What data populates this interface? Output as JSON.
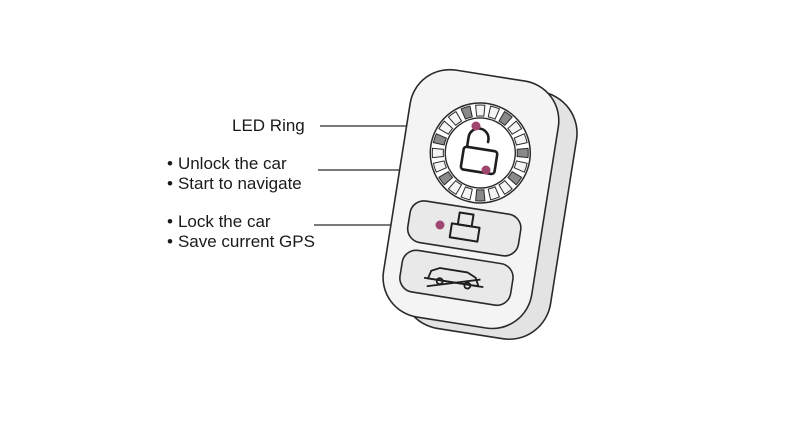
{
  "labels": {
    "led_ring": "LED Ring",
    "center_button": {
      "lines": [
        "Unlock the car",
        "Start to navigate"
      ]
    },
    "lock_button": {
      "lines": [
        "Lock the car",
        "Save current GPS"
      ]
    },
    "bullet": "•"
  },
  "icons": {
    "led_ring": "led-ring-icon",
    "center_button": "unlock-padlock-icon",
    "lock_button": "lock-padlock-icon",
    "car_button": "car-icon"
  },
  "colors": {
    "marker": "#a0466e",
    "outline": "#2a2a2a",
    "device_body": "#f2f2f2",
    "device_side": "#e3e3e3",
    "button_fill": "#e9e9e9",
    "ring_segment_light": "#f4f4f4",
    "ring_segment_dark": "#8a8a8a"
  }
}
